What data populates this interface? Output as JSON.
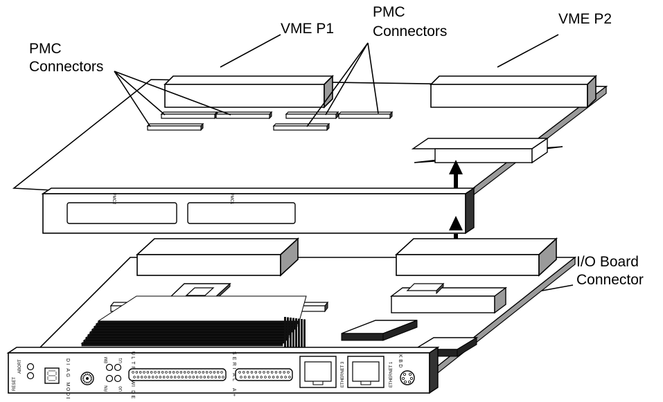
{
  "labels": {
    "vme_p1": "VME P1",
    "vme_p2": "VME P2",
    "pmc_connectors_left": [
      "PMC",
      "Connectors"
    ],
    "pmc_connectors_right": [
      "PMC",
      "Connectors"
    ],
    "io_board_connector": [
      "I/O Board",
      "Connector"
    ]
  },
  "pmc_carrier": {
    "slot_left_label": "PMC2",
    "slot_right_label": "PMC1"
  },
  "front_panel": {
    "reset": "RESET",
    "abort": "ABORT",
    "diag_mode": "DIAG MODE",
    "bm": "BM",
    "u1": "U1",
    "rn": "RN",
    "u0": "U0",
    "scsi": "ULTRA WIDE SCSI",
    "serial": "SERIAL A+B",
    "ethernet3": "ETHERNET 3",
    "ethernet1": "ETHERNET 1",
    "kbd": "KBD"
  },
  "colors": {
    "line": "#000000",
    "face": "#ffffff",
    "shade": "#9a9a9a",
    "dark": "#222222"
  }
}
